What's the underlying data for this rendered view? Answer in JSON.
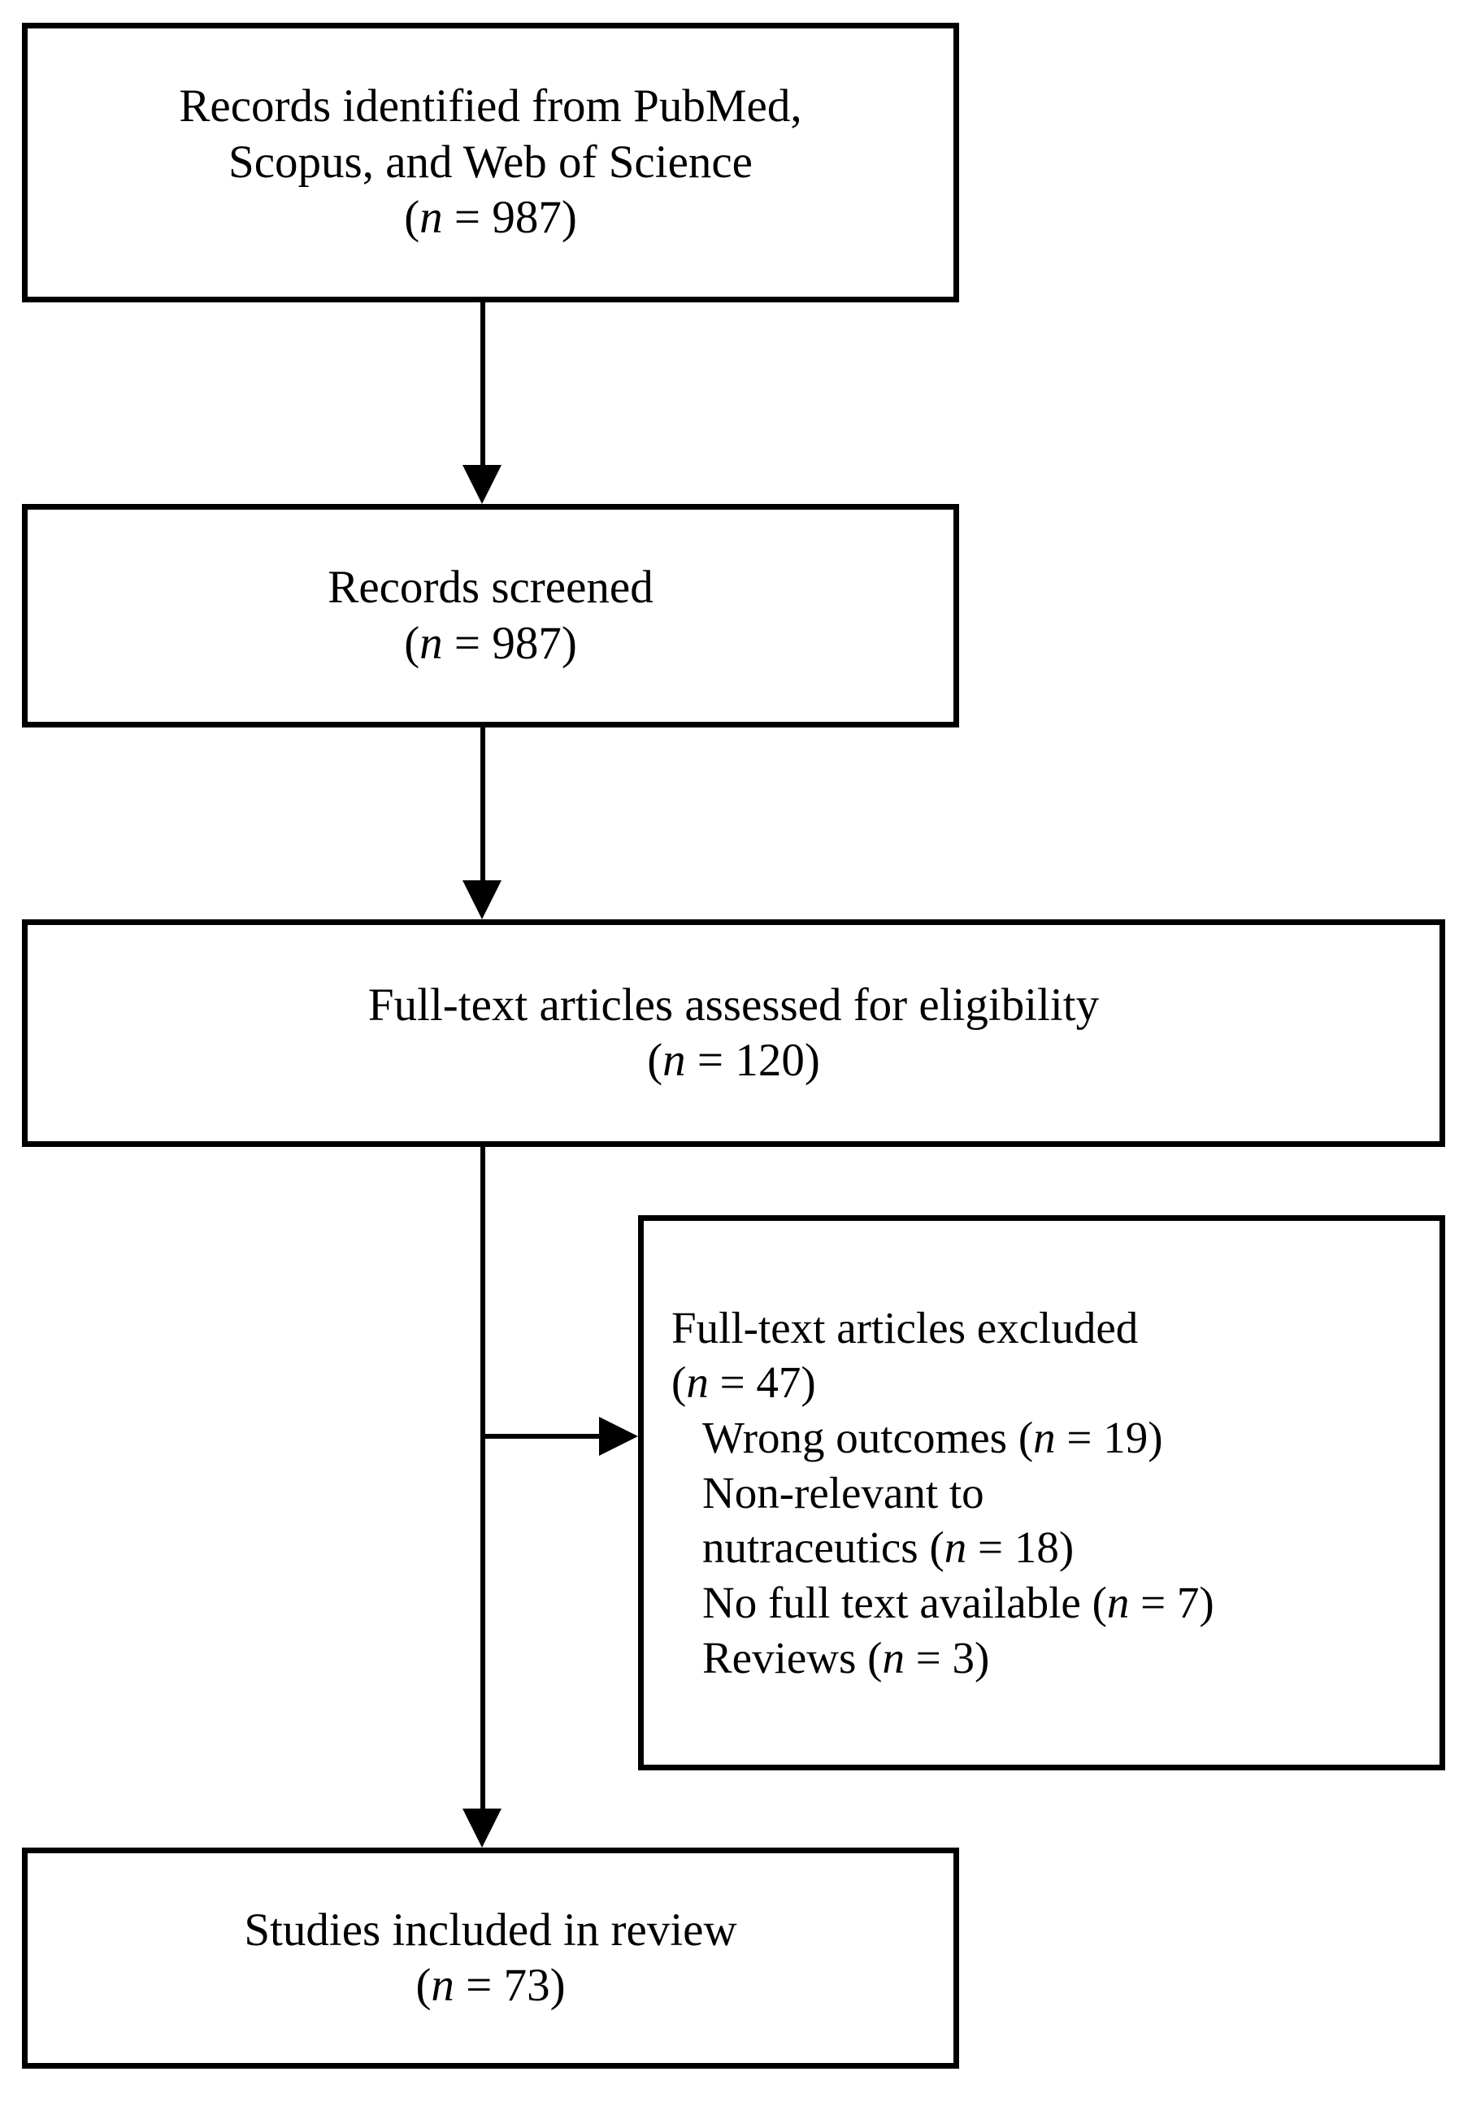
{
  "diagram": {
    "type": "prisma-flow-diagram",
    "title": "PRISMA study selection flow",
    "stroke_color": "#000000",
    "background_color": "#ffffff"
  },
  "nodes": {
    "identification": {
      "id": "records-identified",
      "lines": [
        "Records identified from PubMed,",
        "Scopus, and Web of Science"
      ],
      "count_prefix": "(",
      "count_symbol": "n",
      "count_equals": " = ",
      "count_value": "987",
      "count_suffix": ")"
    },
    "screened": {
      "id": "records-screened",
      "lines": [
        "Records screened"
      ],
      "count_prefix": "(",
      "count_symbol": "n",
      "count_equals": " = ",
      "count_value": "987",
      "count_suffix": ")"
    },
    "eligibility": {
      "id": "fulltext-assessed",
      "lines": [
        "Full-text articles assessed for eligibility"
      ],
      "count_prefix": "(",
      "count_symbol": "n",
      "count_equals": " = ",
      "count_value": "120",
      "count_suffix": ")"
    },
    "excluded": {
      "id": "fulltext-excluded",
      "heading": "Full-text articles excluded",
      "count_prefix": "(",
      "count_symbol": "n",
      "count_equals": " = ",
      "count_value": "47",
      "count_suffix": ")",
      "reasons": [
        {
          "label": "Wrong outcomes",
          "n": "19"
        },
        {
          "label": "Non-relevant to",
          "n": ""
        },
        {
          "label": "nutraceutics",
          "n": "18"
        },
        {
          "label": "No full text available",
          "n": "7"
        },
        {
          "label": "Reviews",
          "n": "3"
        }
      ]
    },
    "included": {
      "id": "studies-included",
      "lines": [
        "Studies included in review"
      ],
      "count_prefix": "(",
      "count_symbol": "n",
      "count_equals": " = ",
      "count_value": "73",
      "count_suffix": ")"
    }
  },
  "connectors": {
    "identification_to_screened": {
      "direction": "down"
    },
    "screened_to_eligibility": {
      "direction": "down"
    },
    "eligibility_to_included": {
      "direction": "down"
    },
    "eligibility_to_excluded": {
      "direction": "right"
    }
  }
}
